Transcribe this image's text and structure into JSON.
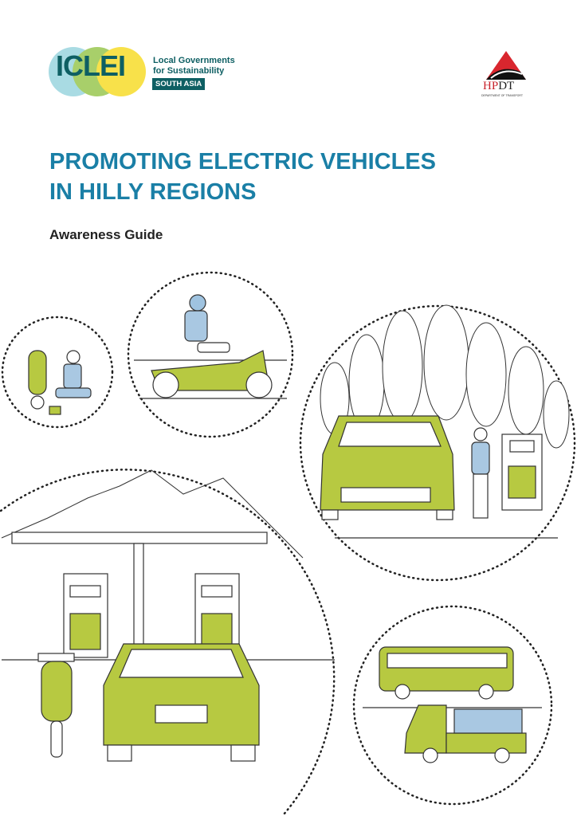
{
  "logos": {
    "iclei": {
      "wordmark": "ICLEI",
      "line1": "Local Governments",
      "line2": "for Sustainability",
      "region": "SOUTH ASIA"
    },
    "hpdt": {
      "wordmark_a": "HP",
      "wordmark_b": "DT",
      "subtitle": "DEPARTMENT OF TRANSPORT"
    }
  },
  "cover": {
    "title_line1": "PROMOTING ELECTRIC VEHICLES",
    "title_line2": "IN HILLY REGIONS",
    "subtitle": "Awareness Guide"
  },
  "colors": {
    "title": "#1a7fa6",
    "vehicle": "#b7c941",
    "brand": "#0e5f63"
  }
}
